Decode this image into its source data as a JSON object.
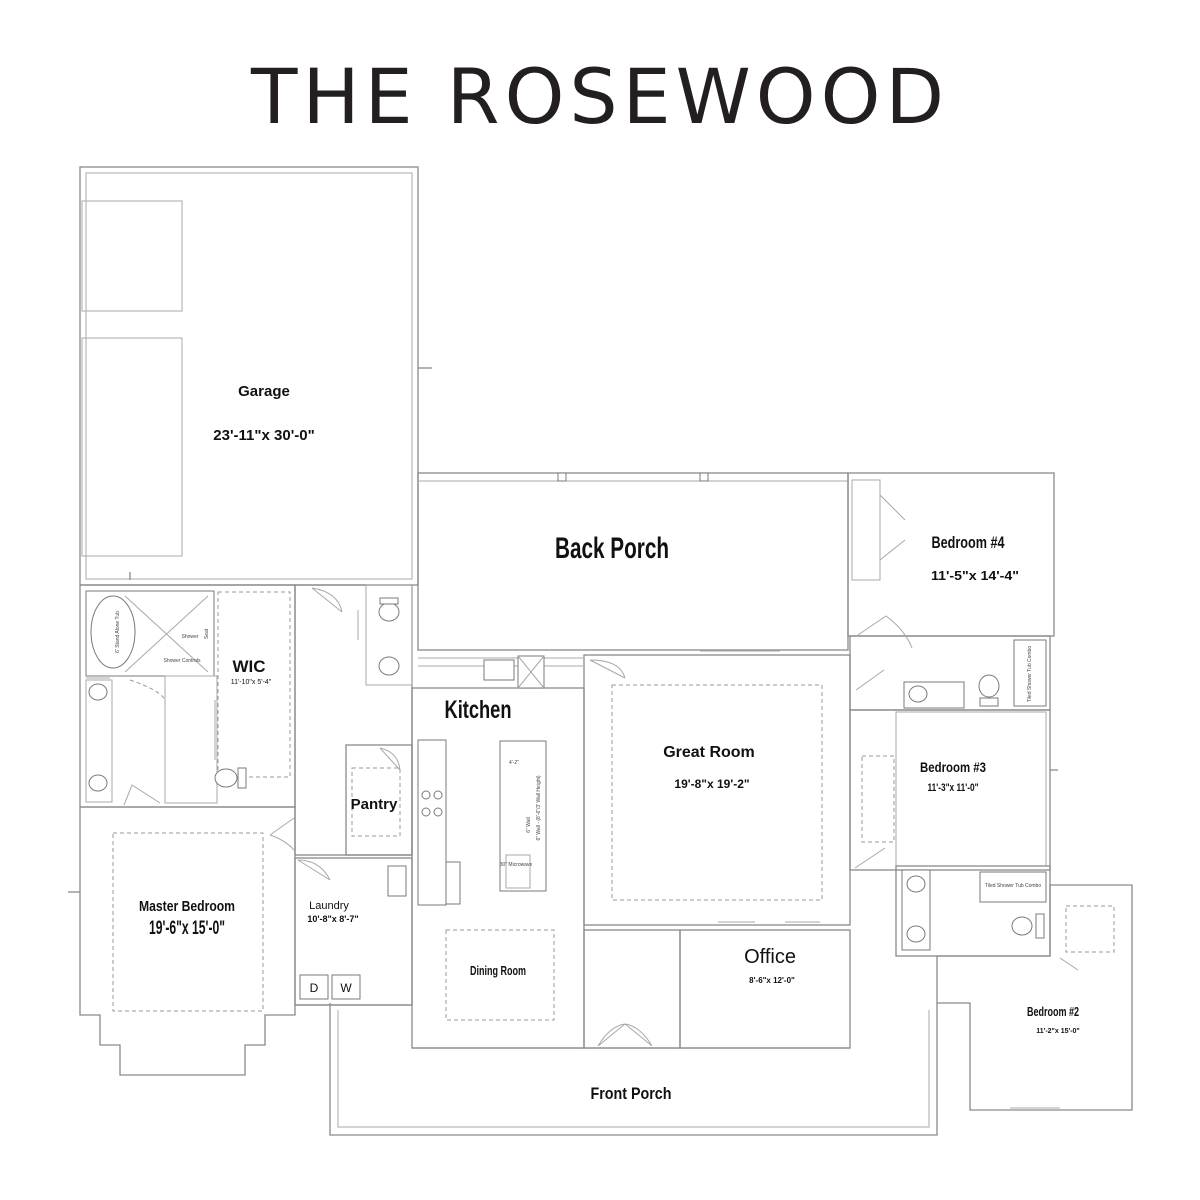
{
  "title": "THE ROSEWOOD",
  "rooms": {
    "garage": {
      "name": "Garage",
      "size": "23'-11\"x 30'-0\""
    },
    "back_porch": {
      "name": "Back Porch"
    },
    "bedroom4": {
      "name": "Bedroom #4",
      "size": "11'-5\"x 14'-4\""
    },
    "wic": {
      "name": "WIC",
      "size": "11'-10\"x 5'-4\""
    },
    "kitchen": {
      "name": "Kitchen"
    },
    "great_room": {
      "name": "Great Room",
      "size": "19'-8\"x 19'-2\""
    },
    "bedroom3": {
      "name": "Bedroom #3",
      "size": "11'-3\"x 11'-0\""
    },
    "pantry": {
      "name": "Pantry"
    },
    "master_bedroom": {
      "name": "Master Bedroom",
      "size": "19'-6\"x 15'-0\""
    },
    "laundry": {
      "name": "Laundry",
      "size": "10'-8\"x 8'-7\""
    },
    "dining_room": {
      "name": "Dining Room"
    },
    "office": {
      "name": "Office",
      "size": "8'-6\"x 12'-0\""
    },
    "bedroom2": {
      "name": "Bedroom #2",
      "size": "11'-2\"x 15'-0\""
    },
    "front_porch": {
      "name": "Front Porch"
    }
  },
  "fixtures": {
    "dryer": "D",
    "washer": "W",
    "master_bath_tub": "6' Stand Alone Tub",
    "master_shower": "Shower",
    "master_shower_seat": "Seat",
    "shower_controls": "Shower Controls",
    "island_top_dim": "4'-2\"",
    "island_wall_note": "6\" Wall - (8'-6\"/3' Wall Height)",
    "island_side_note": "6\" Wall",
    "microwave": "30\" Microwave",
    "bath_tub_shower_1": "Tiled Shower Tub Combo",
    "bath_tub_shower_2": "Tiled Shower Tub Combo"
  }
}
